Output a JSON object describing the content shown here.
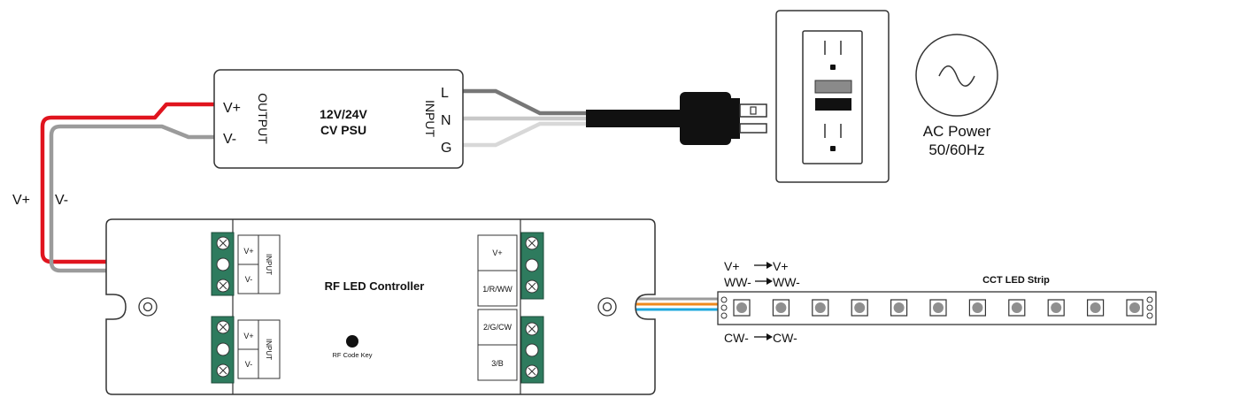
{
  "psu": {
    "title_line1": "12V/24V",
    "title_line2": "CV PSU",
    "output_label": "OUTPUT",
    "input_label": "INPUT",
    "out_vplus": "V+",
    "out_vminus": "V-",
    "in_l": "L",
    "in_n": "N",
    "in_g": "G"
  },
  "wires": {
    "vplus_label": "V+",
    "vminus_label": "V-"
  },
  "ac": {
    "label_line1": "AC Power",
    "label_line2": "50/60Hz"
  },
  "controller": {
    "title": "RF LED Controller",
    "code_key_label": "RF Code  Key",
    "input1_vplus": "V+",
    "input1_vminus": "V-",
    "input1_label": "INPUT",
    "input2_vplus": "V+",
    "input2_vminus": "V-",
    "input2_label": "INPUT",
    "out_vplus": "V+",
    "out_ch1": "1/R/WW",
    "out_ch2": "2/G/CW",
    "out_ch3": "3/B"
  },
  "strip": {
    "title": "CCT LED Strip",
    "map_vplus_from": "V+",
    "map_vplus_to": "V+",
    "map_ww_from": "WW-",
    "map_ww_to": "WW-",
    "map_cw_from": "CW-",
    "map_cw_to": "CW-",
    "led_count": 11
  },
  "colors": {
    "positive_wire": "#e0141e",
    "negative_wire": "#9b9b9b",
    "ww_wire": "#ef8a1e",
    "cw_wire": "#1fa8de",
    "terminal_green": "#2e7b5e",
    "outline": "#333333",
    "led_fill": "#8f8f8f"
  }
}
